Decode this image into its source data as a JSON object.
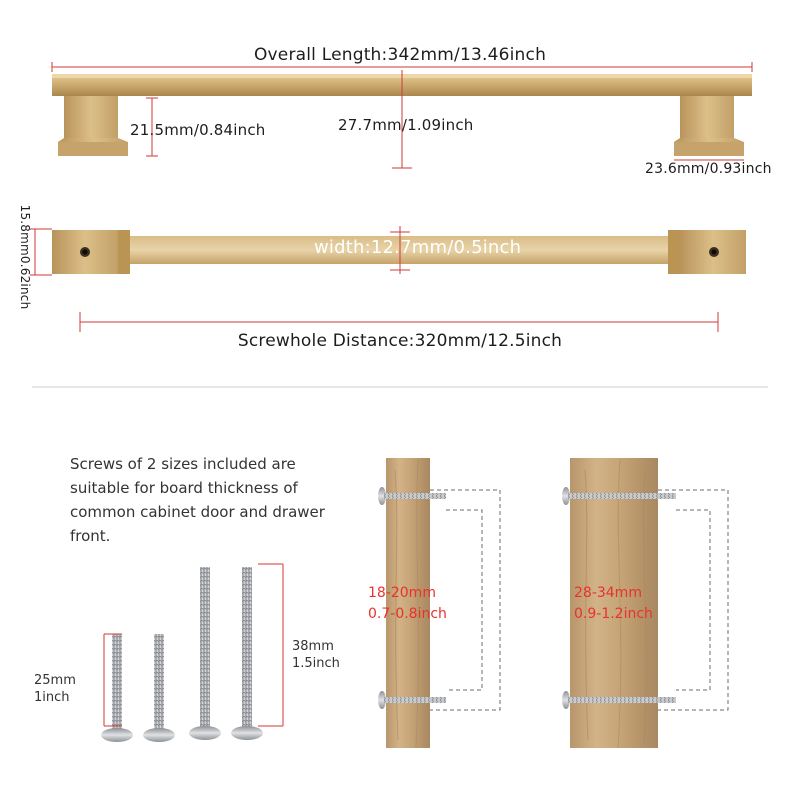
{
  "top": {
    "overall_length": "Overall Length:342mm/13.46inch",
    "leg_height": "21.5mm/0.84inch",
    "bar_height": "27.7mm/1.09inch",
    "base_size": "23.6mm/0.93inch"
  },
  "middle": {
    "end_height": "15.8mm0.62inch",
    "width": "width:12.7mm/0.5inch",
    "screwhole_distance": "Screwhole Distance:320mm/12.5inch"
  },
  "bottom": {
    "description": "Screws of 2 sizes included are suitable for board thickness of common cabinet door and drawer front.",
    "short_screw": {
      "mm": "25mm",
      "inch": "1inch"
    },
    "long_screw": {
      "mm": "38mm",
      "inch": "1.5inch"
    },
    "board_thin": {
      "mm": "18-20mm",
      "inch": "0.7-0.8inch"
    },
    "board_thick": {
      "mm": "28-34mm",
      "inch": "0.9-1.2inch"
    }
  },
  "colors": {
    "gold": "#c9a567",
    "gold_light": "#e2c590",
    "gold_dark": "#a8834a",
    "dimension_line": "#d23a36",
    "wood": "#c4a37a",
    "screw": "#b9bcc0"
  }
}
